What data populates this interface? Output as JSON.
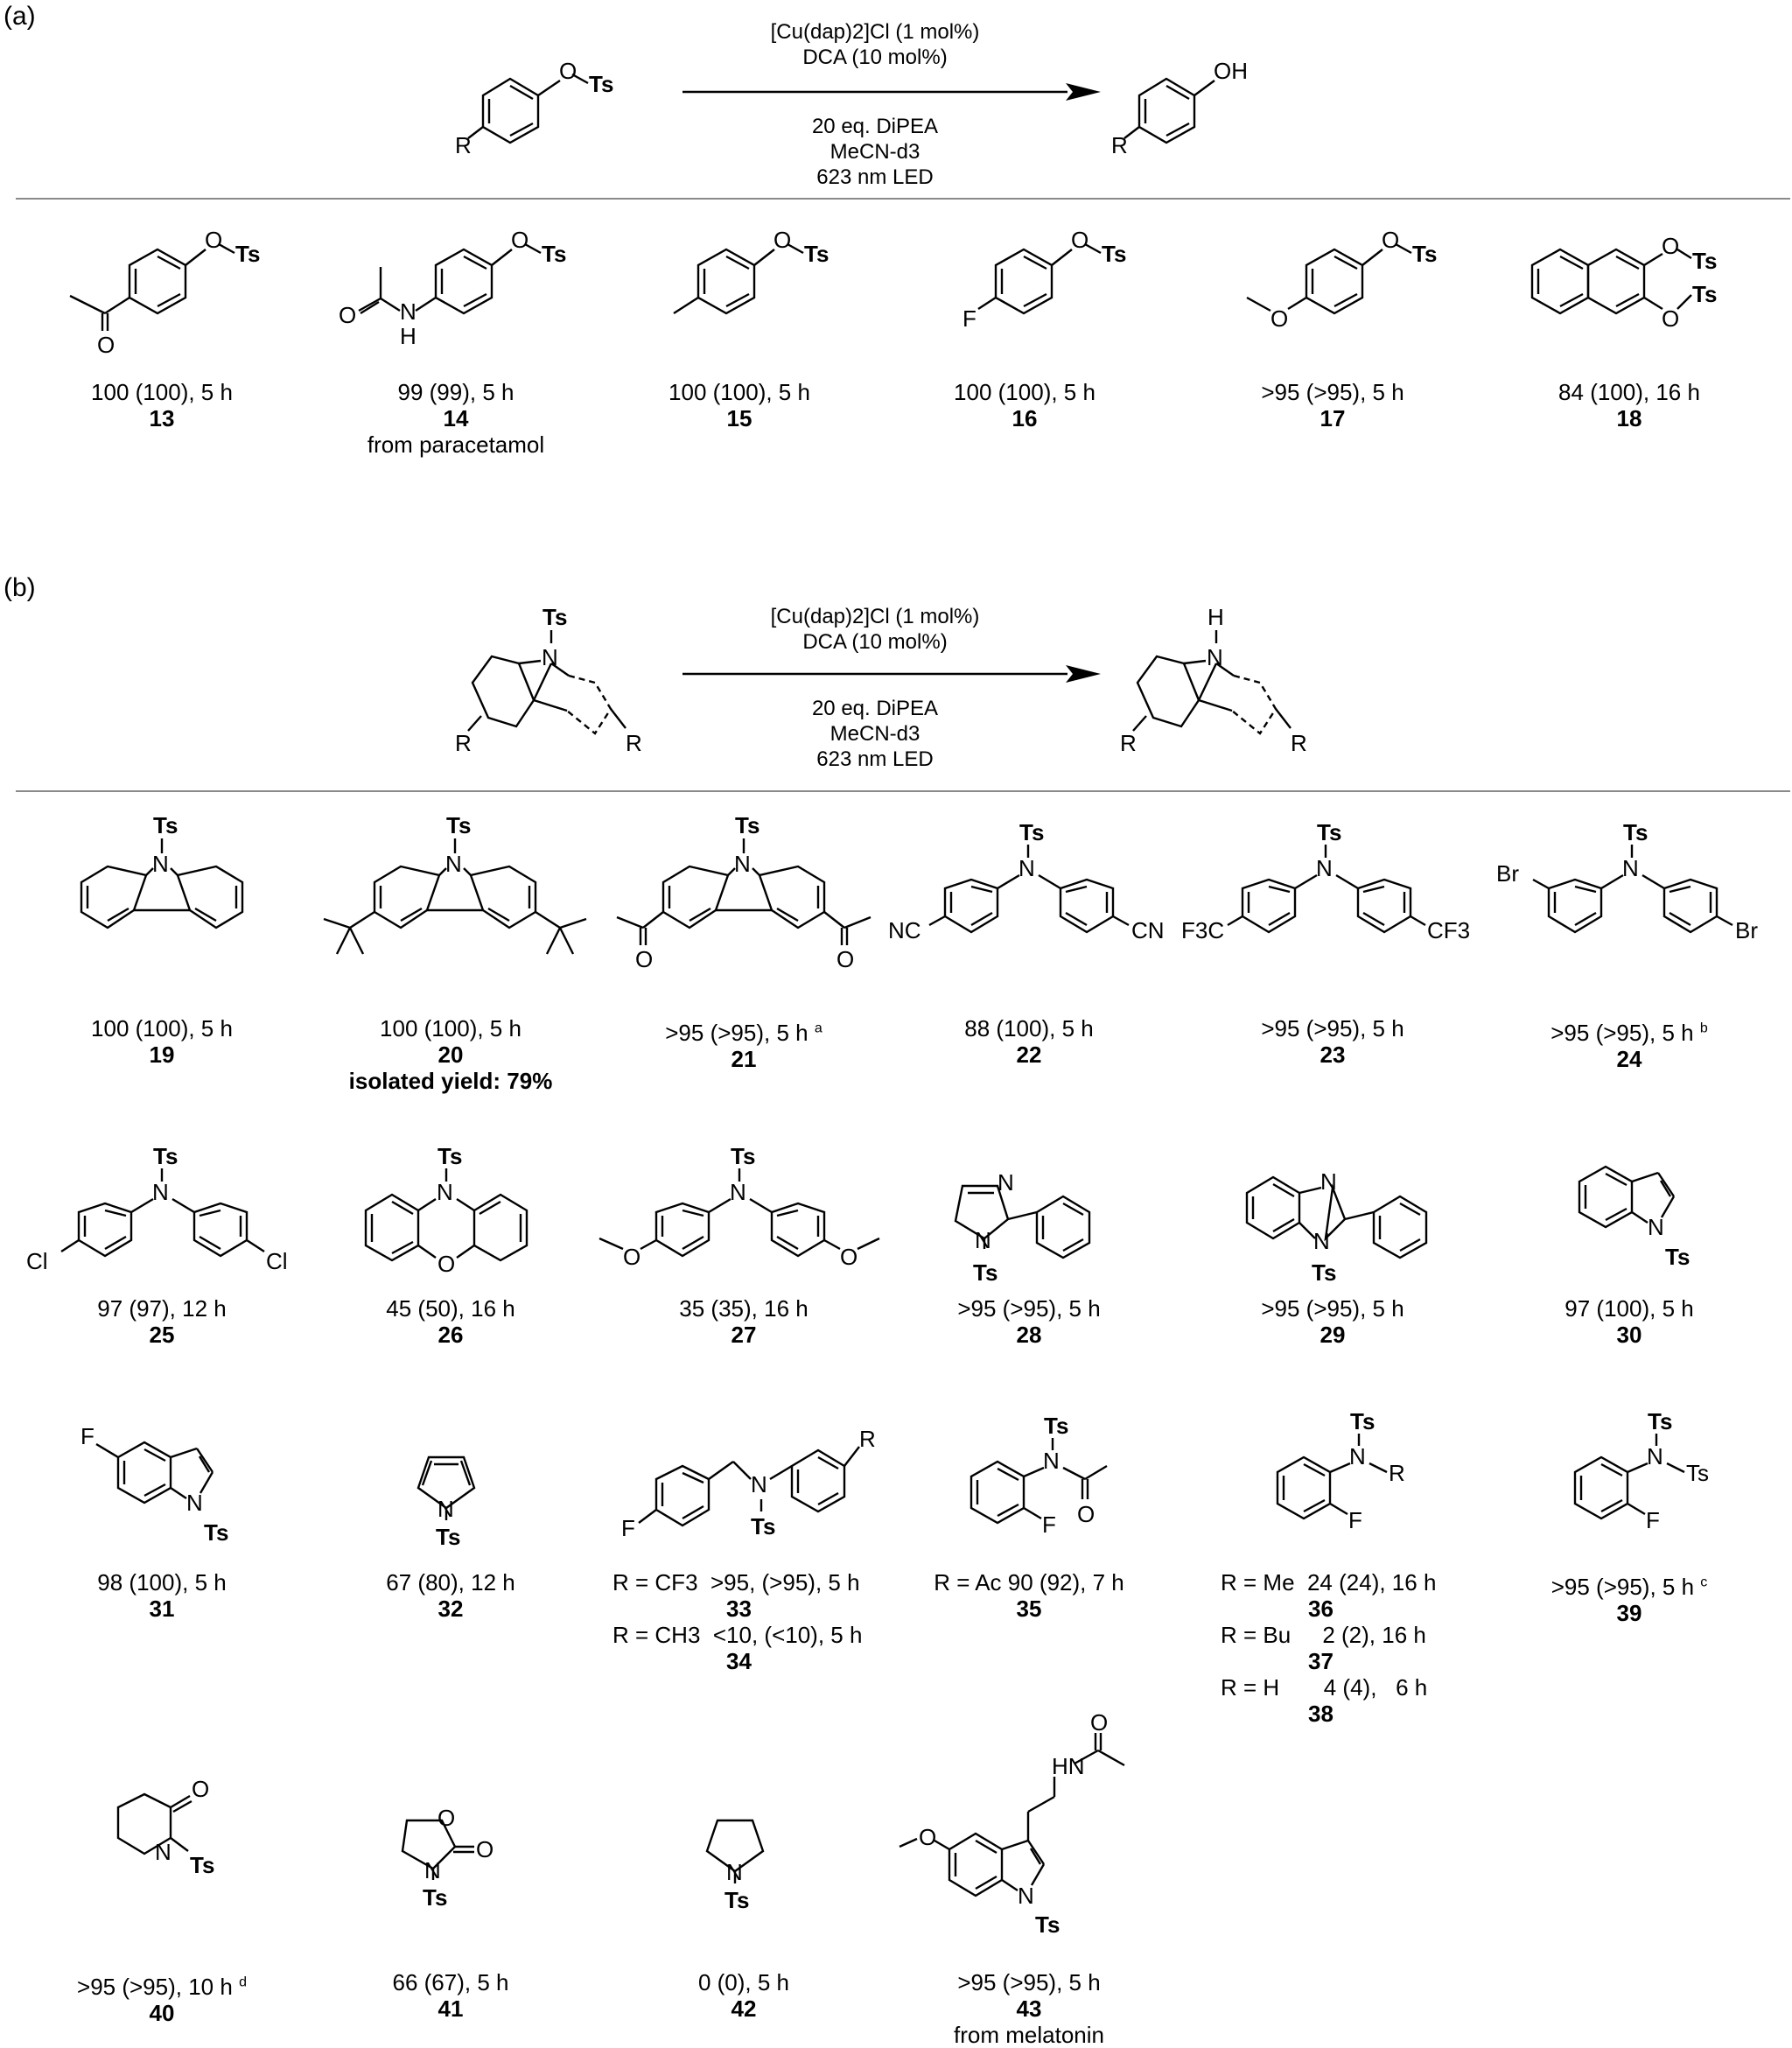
{
  "panels": {
    "a": {
      "label": "(a)",
      "conditions_above": [
        "[Cu(dap)2]Cl (1 mol%)",
        "DCA (10 mol%)"
      ],
      "conditions_below": [
        "20 eq. DiPEA",
        "MeCN-d3",
        "623 nm LED"
      ],
      "reactant_labels": {
        "og": "O",
        "ts": "Ts",
        "r": "R"
      },
      "product_labels": {
        "oh": "OH",
        "r": "R"
      }
    },
    "b": {
      "label": "(b)",
      "conditions_above": [
        "[Cu(dap)2]Cl (1 mol%)",
        "DCA (10 mol%)"
      ],
      "conditions_below": [
        "20 eq. DiPEA",
        "MeCN-d3",
        "623 nm LED"
      ],
      "reactant_labels": {
        "ts": "Ts",
        "n": "N",
        "r1": "R",
        "r2": "R"
      },
      "product_labels": {
        "h": "H",
        "n": "N",
        "r1": "R",
        "r2": "R"
      }
    }
  },
  "compounds": [
    {
      "id": "13",
      "yield": "100 (100), 5 h"
    },
    {
      "id": "14",
      "yield": "99 (99), 5 h",
      "note": "from paracetamol"
    },
    {
      "id": "15",
      "yield": "100 (100), 5 h"
    },
    {
      "id": "16",
      "yield": "100 (100), 5 h"
    },
    {
      "id": "17",
      "yield": ">95 (>95), 5 h"
    },
    {
      "id": "18",
      "yield": "84 (100), 16 h"
    },
    {
      "id": "19",
      "yield": "100 (100), 5 h"
    },
    {
      "id": "20",
      "yield": "100 (100), 5 h",
      "note": "isolated yield: 79%"
    },
    {
      "id": "21",
      "yield": ">95 (>95), 5 h",
      "sup": "a"
    },
    {
      "id": "22",
      "yield": "88 (100), 5 h"
    },
    {
      "id": "23",
      "yield": ">95 (>95), 5 h"
    },
    {
      "id": "24",
      "yield": ">95 (>95), 5 h",
      "sup": "b"
    },
    {
      "id": "25",
      "yield": "97 (97), 12 h"
    },
    {
      "id": "26",
      "yield": "45 (50), 16 h"
    },
    {
      "id": "27",
      "yield": "35 (35), 16 h"
    },
    {
      "id": "28",
      "yield": ">95 (>95), 5 h"
    },
    {
      "id": "29",
      "yield": ">95 (>95), 5 h"
    },
    {
      "id": "30",
      "yield": "97 (100), 5 h"
    },
    {
      "id": "31",
      "yield": "98 (100), 5 h"
    },
    {
      "id": "32",
      "yield": "67 (80), 12 h"
    },
    {
      "id": "33",
      "yield": "R = CF3  >95, (>95), 5 h"
    },
    {
      "id": "34",
      "yield": "R = CH3  <10, (<10), 5 h"
    },
    {
      "id": "35",
      "yield": "R = Ac  90 (92), 7 h"
    },
    {
      "id": "36",
      "yield": "R = Me  24 (24), 16 h"
    },
    {
      "id": "37",
      "yield": "R = Bu     2 (2), 16 h"
    },
    {
      "id": "38",
      "yield": "R = H       4 (4),   6 h"
    },
    {
      "id": "39",
      "yield": ">95 (>95), 5 h",
      "sup": "c"
    },
    {
      "id": "40",
      "yield": ">95 (>95), 10 h",
      "sup": "d"
    },
    {
      "id": "41",
      "yield": "66 (67), 5 h"
    },
    {
      "id": "42",
      "yield": "0 (0), 5 h"
    },
    {
      "id": "43",
      "yield": ">95 (>95), 5 h",
      "note": "from melatonin"
    }
  ],
  "atom_labels": {
    "ts": "Ts",
    "o": "O",
    "n": "N",
    "h": "H",
    "f": "F",
    "cl": "Cl",
    "br": "Br",
    "nc": "NC",
    "cn": "CN",
    "cf3": "CF3",
    "f3c": "F3C",
    "r": "R",
    "hn": "HN"
  }
}
